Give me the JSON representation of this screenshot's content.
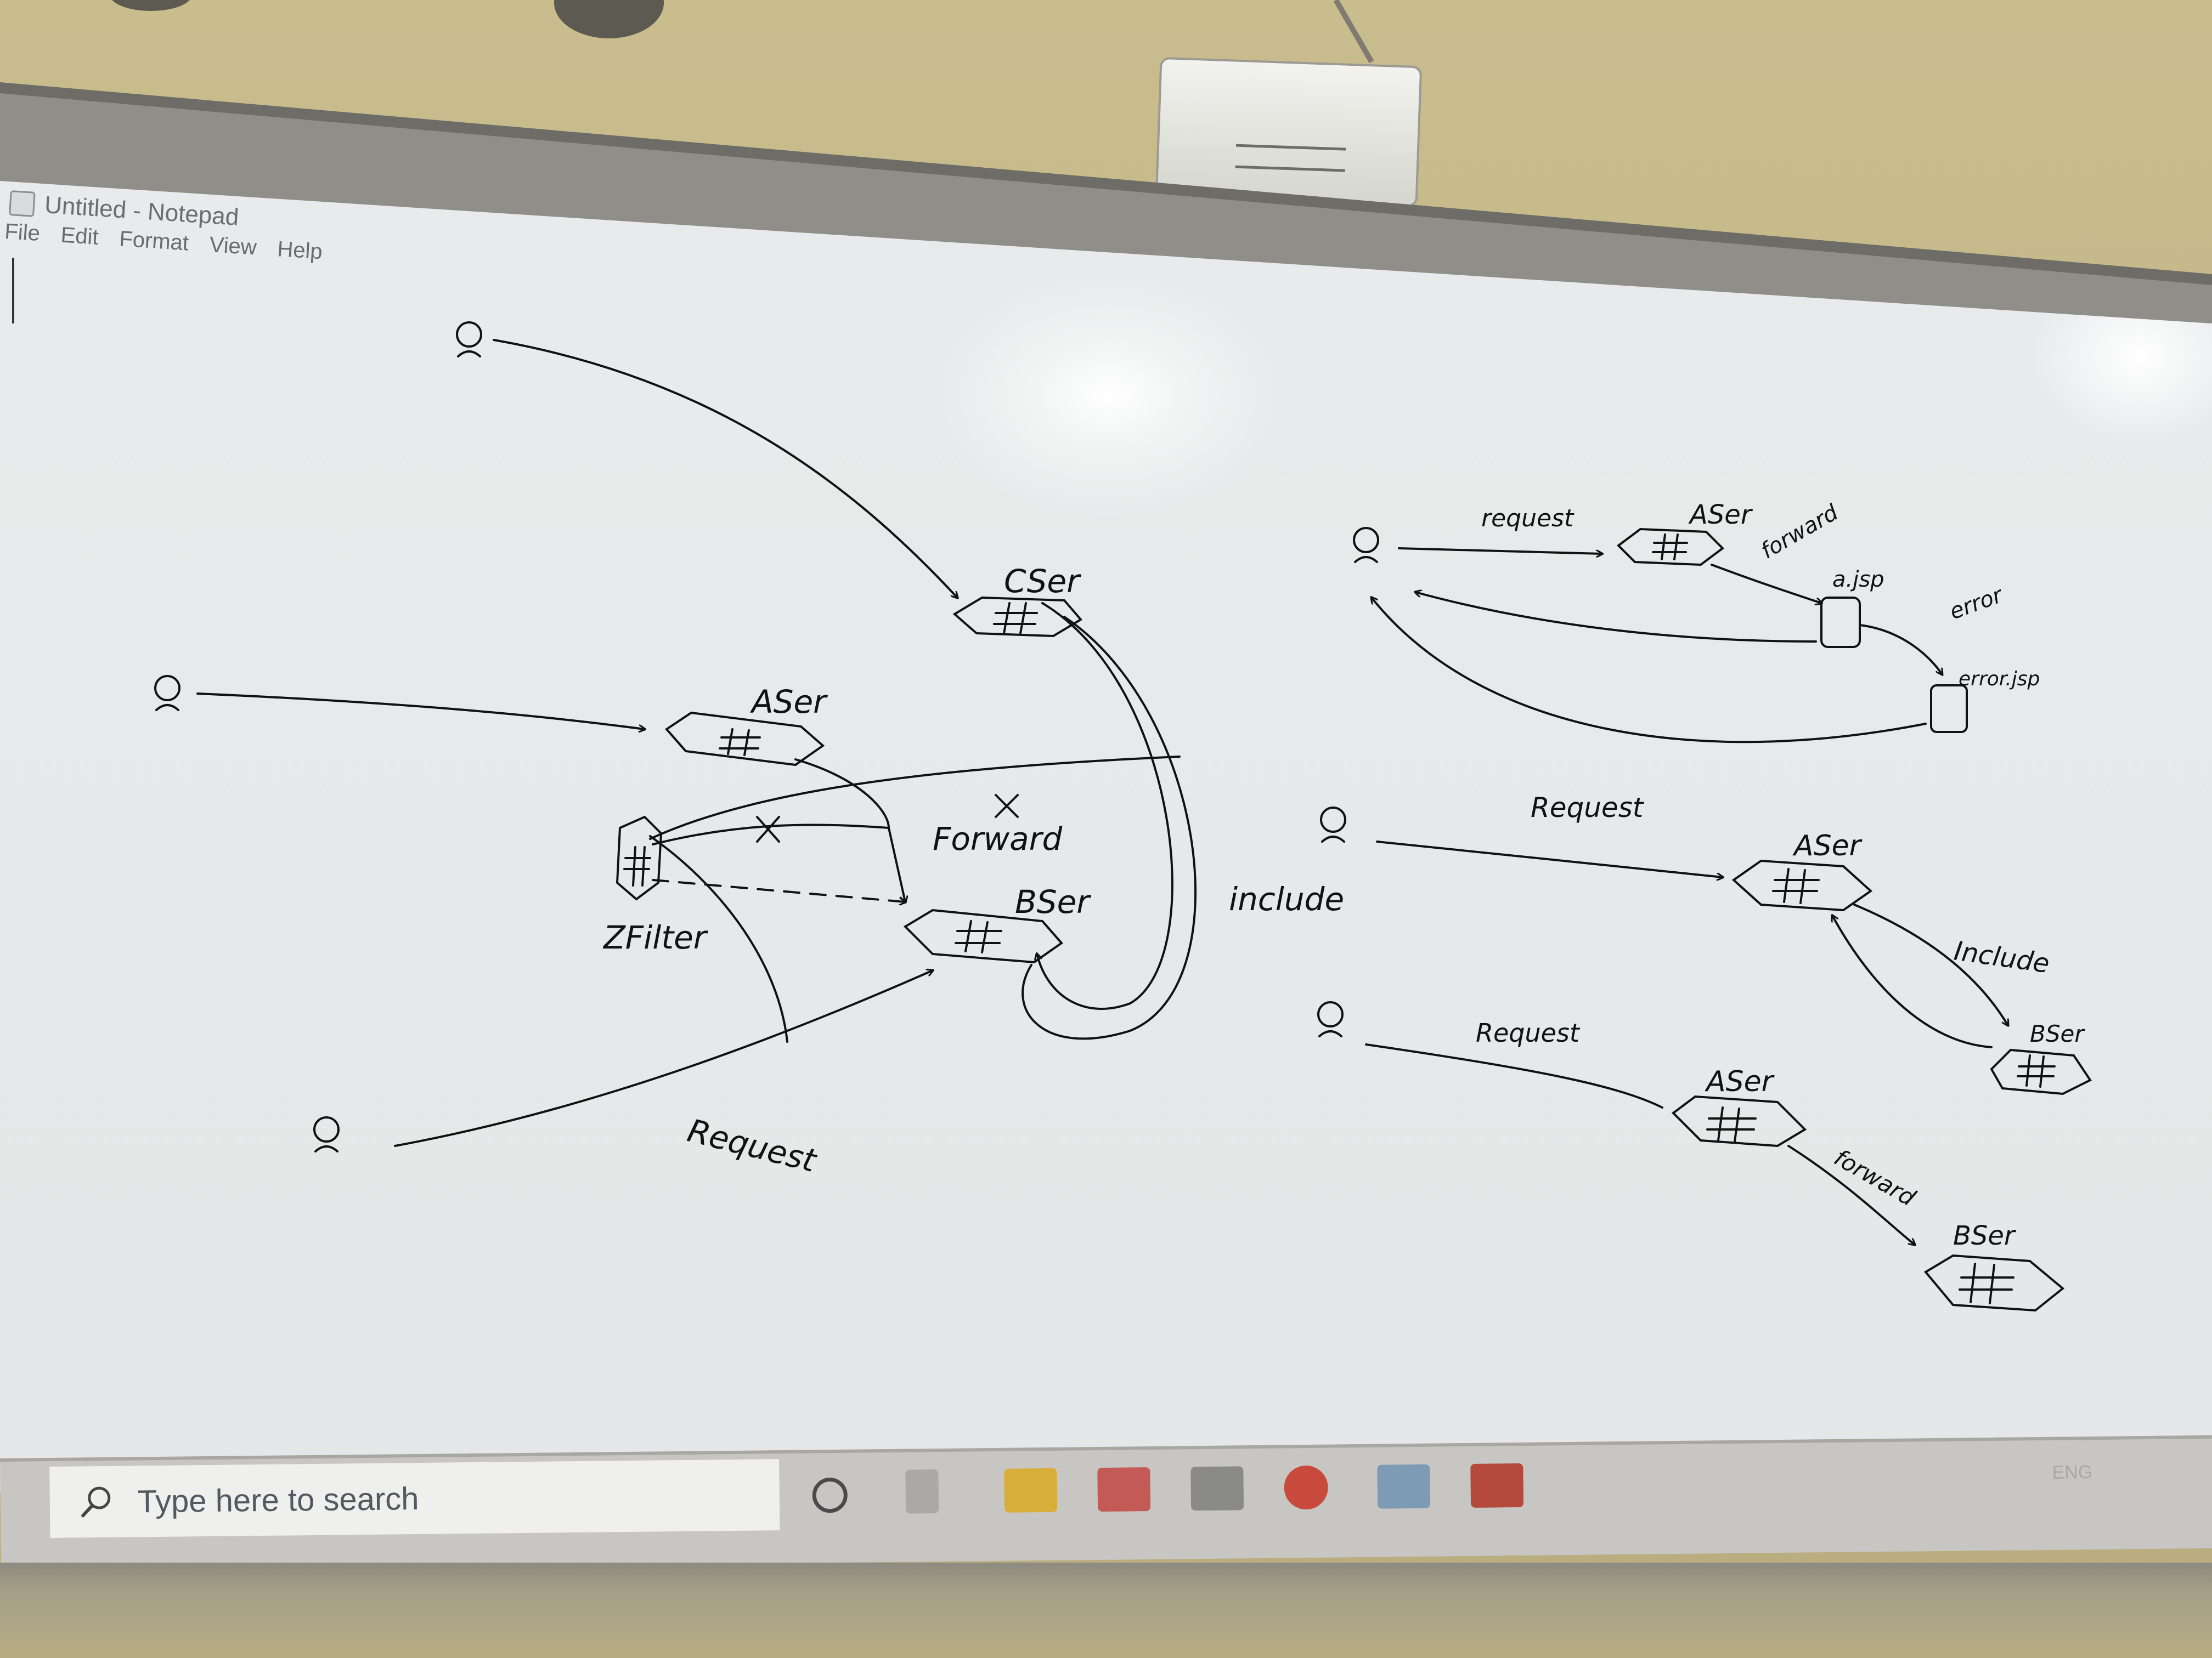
{
  "notepad": {
    "title": "Untitled - Notepad",
    "menu": [
      "File",
      "Edit",
      "Format",
      "View",
      "Help"
    ]
  },
  "taskbar": {
    "search_placeholder": "Type here to search",
    "tray_text": "ENG"
  },
  "whiteboard": {
    "left_diagram": {
      "cser": "CSer",
      "aser": "ASer",
      "bser": "BSer",
      "zfilter": "ZFilter",
      "forward": "Forward",
      "include": "include",
      "request": "Request"
    },
    "top_right": {
      "request": "request",
      "aser": "ASer",
      "forward": "forward",
      "ajsp": "a.jsp",
      "error": "error",
      "errorjsp": "error.jsp"
    },
    "middle_right": {
      "request": "Request",
      "aser": "ASer",
      "include": "Include",
      "bser": "BSer"
    },
    "bottom_right": {
      "request": "Request",
      "aser": "ASer",
      "forward": "forward",
      "bser": "BSer"
    }
  }
}
